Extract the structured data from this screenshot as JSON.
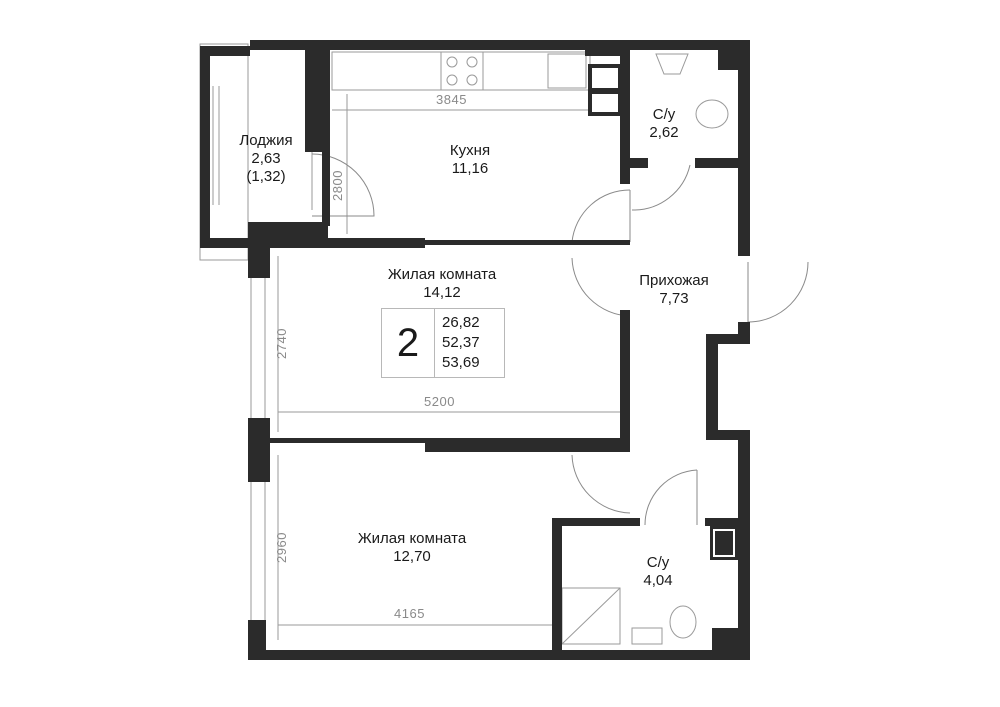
{
  "rooms": [
    {
      "id": "loggia",
      "name": "Лоджия",
      "area": "2,63",
      "extra": "(1,32)"
    },
    {
      "id": "kitchen",
      "name": "Кухня",
      "area": "11,16"
    },
    {
      "id": "bath1",
      "name": "С/у",
      "area": "2,62"
    },
    {
      "id": "hall",
      "name": "Прихожая",
      "area": "7,73"
    },
    {
      "id": "living1",
      "name": "Жилая комната",
      "area": "14,12"
    },
    {
      "id": "living2",
      "name": "Жилая комната",
      "area": "12,70"
    },
    {
      "id": "bath2",
      "name": "С/у",
      "area": "4,04"
    }
  ],
  "dimensions": {
    "kitchen_width": "3845",
    "kitchen_depth": "2800",
    "living1_depth": "2740",
    "living1_width": "5200",
    "living2_depth": "2960",
    "living2_width": "4165"
  },
  "summary": {
    "room_count": "2",
    "areas": [
      "26,82",
      "52,37",
      "53,69"
    ]
  },
  "colors": {
    "wall": "#2b2b2b",
    "line": "#9a9a9a",
    "background": "#ffffff"
  }
}
